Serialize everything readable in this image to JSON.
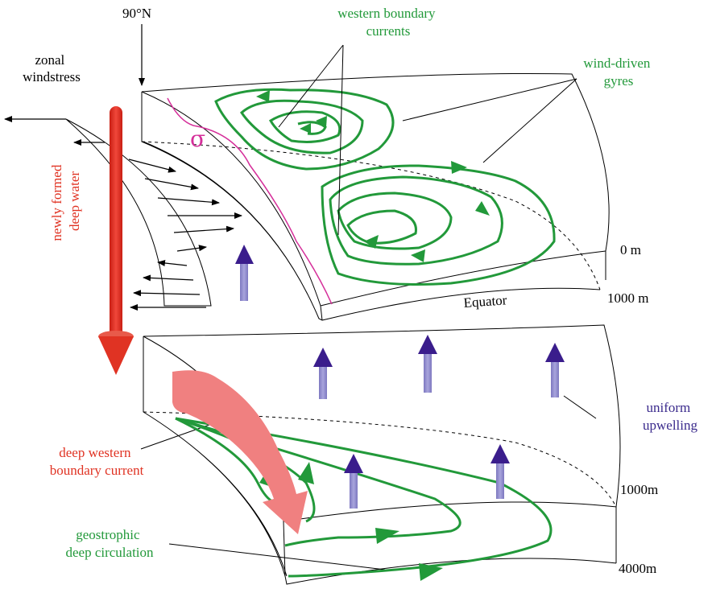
{
  "labels": {
    "north_pole": "90°N",
    "zonal_windstress": [
      "zonal",
      "windstress"
    ],
    "western_boundary_currents": [
      "western boundary",
      "currents"
    ],
    "wind_driven_gyres": [
      "wind-driven",
      "gyres"
    ],
    "newly_formed_deep_water": [
      "newly formed",
      "deep water"
    ],
    "sigma": "σ",
    "depth_0": "0 m",
    "depth_1000_upper": "1000 m",
    "equator": "Equator",
    "uniform_upwelling": [
      "uniform",
      "upwelling"
    ],
    "deep_western_boundary_current": [
      "deep western",
      "boundary current"
    ],
    "depth_1000_lower": "1000m",
    "geostrophic_deep_circulation": [
      "geostrophic",
      "deep circulation"
    ],
    "depth_4000": "4000m"
  },
  "colors": {
    "green": "#22993a",
    "red": "#e03323",
    "pink": "#f08080",
    "purple": "#3a1d8c",
    "lavender": "#8a86c8",
    "magenta": "#d52f9a",
    "text_red": "#e03323",
    "text_green": "#22993a",
    "text_purple": "#3a2a8c"
  }
}
